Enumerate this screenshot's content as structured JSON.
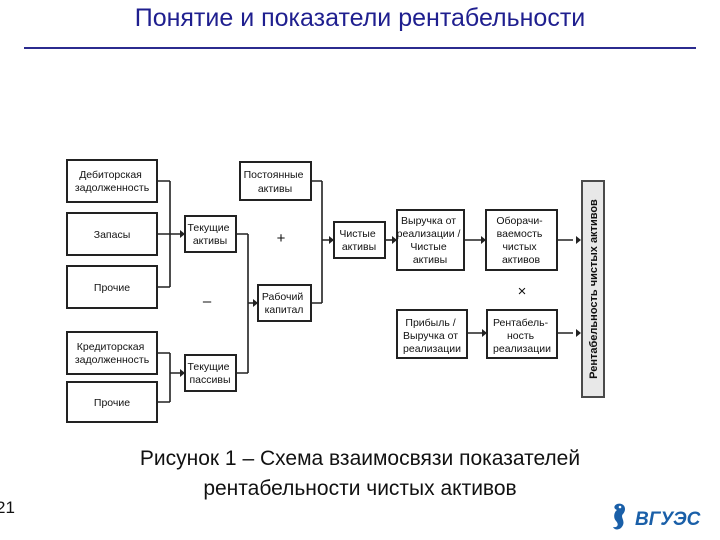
{
  "slide": {
    "title": "Понятие и показатели рентабельности",
    "page_number": "21",
    "caption_line1": "Рисунок 1 – Схема взаимосвязи показателей",
    "caption_line2": "рентабельности чистых активов",
    "logo_text": "ВГУЭС"
  },
  "diagram": {
    "receivables": [
      "Дебиторская",
      "задолженность"
    ],
    "inventory": [
      "Запасы"
    ],
    "other_assets": [
      "Прочие"
    ],
    "payables": [
      "Кредиторская",
      "задолженность"
    ],
    "other_liabilities": [
      "Прочие"
    ],
    "current_assets": [
      "Текущие",
      "активы"
    ],
    "current_liabilities": [
      "Текущие",
      "пассивы"
    ],
    "fixed_assets": [
      "Постоянные",
      "активы"
    ],
    "working_capital": [
      "Рабочий",
      "капитал"
    ],
    "net_assets": [
      "Чистые",
      "активы"
    ],
    "sales_to_net_assets": [
      "Выручка от",
      "реализации /",
      "Чистые",
      "активы"
    ],
    "net_asset_turnover": [
      "Оборачи-",
      "ваемость",
      "чистых",
      "активов"
    ],
    "profit_to_sales": [
      "Прибыль /",
      "Выручка от",
      "реализации"
    ],
    "return_on_sales": [
      "Рентабель-",
      "ность",
      "реализации"
    ],
    "return_on_net_assets": "Рентабельность чистых активов",
    "plus_sign": "+",
    "minus_sign": "–",
    "times_sign": "×"
  }
}
